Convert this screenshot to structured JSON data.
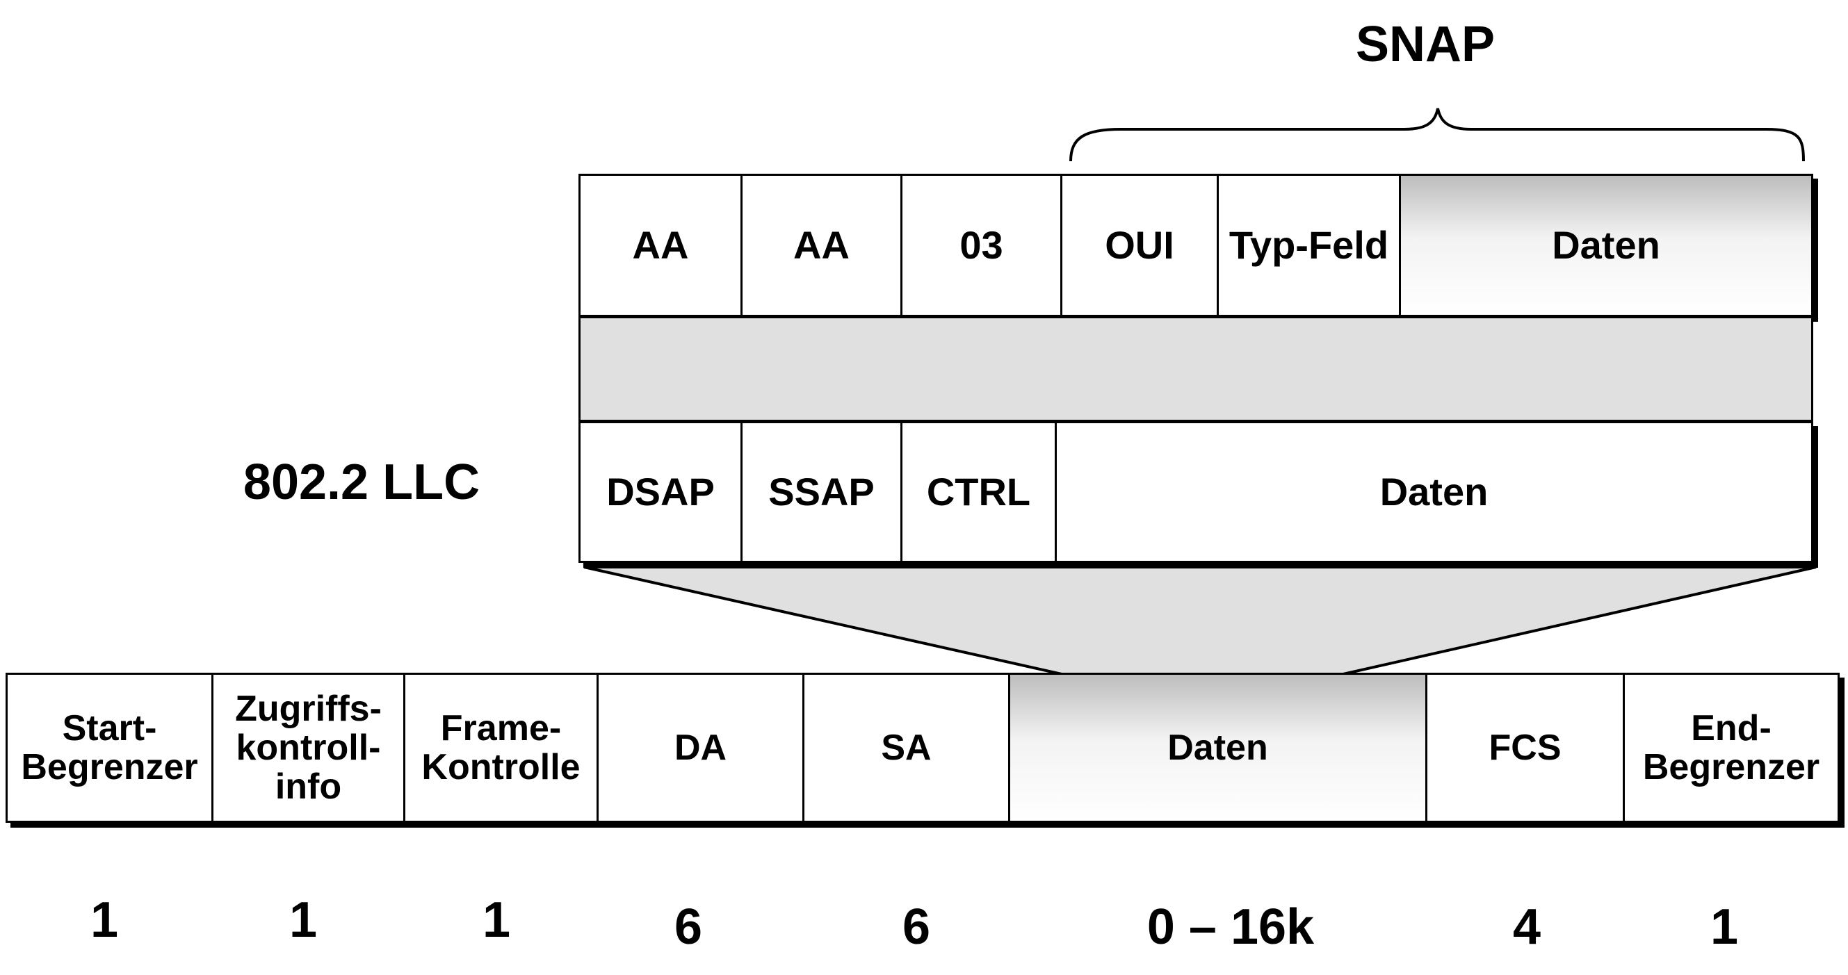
{
  "snap_label": "SNAP",
  "llc_label": "802.2 LLC",
  "snap_row": [
    "AA",
    "AA",
    "03",
    "OUI",
    "Typ-Feld",
    "Daten"
  ],
  "llc_row": [
    "DSAP",
    "SSAP",
    "CTRL",
    "Daten"
  ],
  "frame_row": [
    "Start-\nBegrenzer",
    "Zugriffs-\nkontroll-\ninfo",
    "Frame-\nKontrolle",
    "DA",
    "SA",
    "Daten",
    "FCS",
    "End-\nBegrenzer"
  ],
  "frame_sizes": [
    "1",
    "1",
    "1",
    "6",
    "6",
    "0 – 16k",
    "4",
    "1"
  ],
  "colors": {
    "line": "#000000",
    "connector_fill": "#e0e0e0",
    "shaded_data": "#bdbdbd"
  }
}
